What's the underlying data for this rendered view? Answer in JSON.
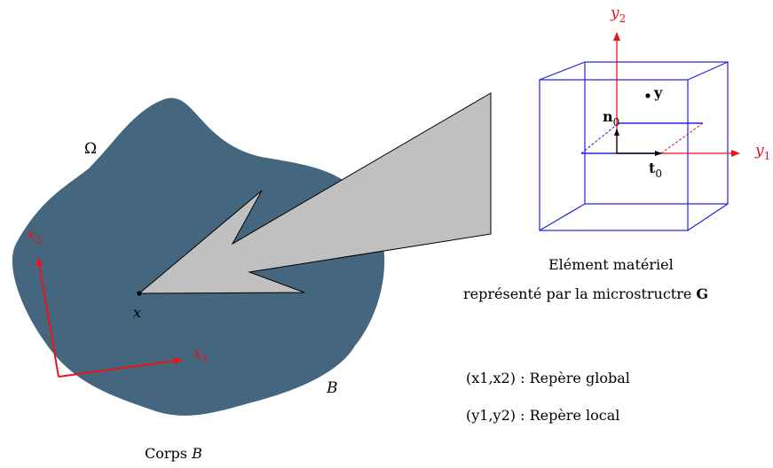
{
  "body": {
    "domain_label": "Ω",
    "body_symbol": "B",
    "point_label": "x",
    "caption_prefix": "Corps ",
    "caption_symbol": "B",
    "fill_color": "#44667f"
  },
  "global_axes": {
    "x1_label": "x",
    "x1_sub": "1",
    "x2_label": "x",
    "x2_sub": "2",
    "color": "#e8141c"
  },
  "local_axes": {
    "y1_label": "y",
    "y1_sub": "1",
    "y2_label": "y",
    "y2_sub": "2",
    "color": "#e8141c"
  },
  "microstructure": {
    "point_label": "y",
    "normal_label": "n",
    "normal_sub": "0",
    "tangent_label": "t",
    "tangent_sub": "0",
    "box_color": "#2222dd",
    "caption_line1": "Elément matériel",
    "caption_line2": "représenté par la microstructre ",
    "caption_bold": "G"
  },
  "legend": {
    "global": "(x1,x2) : Repère global",
    "local": "(y1,y2) : Repère local"
  },
  "arrow": {
    "fill_color": "#c0c0c0"
  }
}
